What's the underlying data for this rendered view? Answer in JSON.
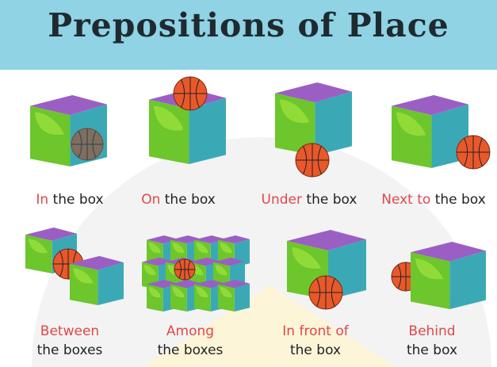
{
  "title": "Prepositions of Place",
  "colors": {
    "header": "#8fd3e4",
    "accent": "#e0474a",
    "top": "#9b5fc4",
    "front": "#6cc62c",
    "side": "#3aa9b5",
    "ball": "#e9582a"
  },
  "items": [
    {
      "red": "In",
      "rest": " the box",
      "rest2": "",
      "scene": "in"
    },
    {
      "red": "On",
      "rest": " the box",
      "rest2": "",
      "scene": "on"
    },
    {
      "red": "Under",
      "rest": " the box",
      "rest2": "",
      "scene": "under"
    },
    {
      "red": "Next to",
      "rest": " the box",
      "rest2": "",
      "scene": "next"
    },
    {
      "red": "Between",
      "rest": "",
      "rest2": "the boxes",
      "scene": "between"
    },
    {
      "red": "Among",
      "rest": "",
      "rest2": "the boxes",
      "scene": "among"
    },
    {
      "red": "In front of",
      "rest": "",
      "rest2": "the box",
      "scene": "front"
    },
    {
      "red": "Behind",
      "rest": "",
      "rest2": "the box",
      "scene": "behind"
    }
  ]
}
